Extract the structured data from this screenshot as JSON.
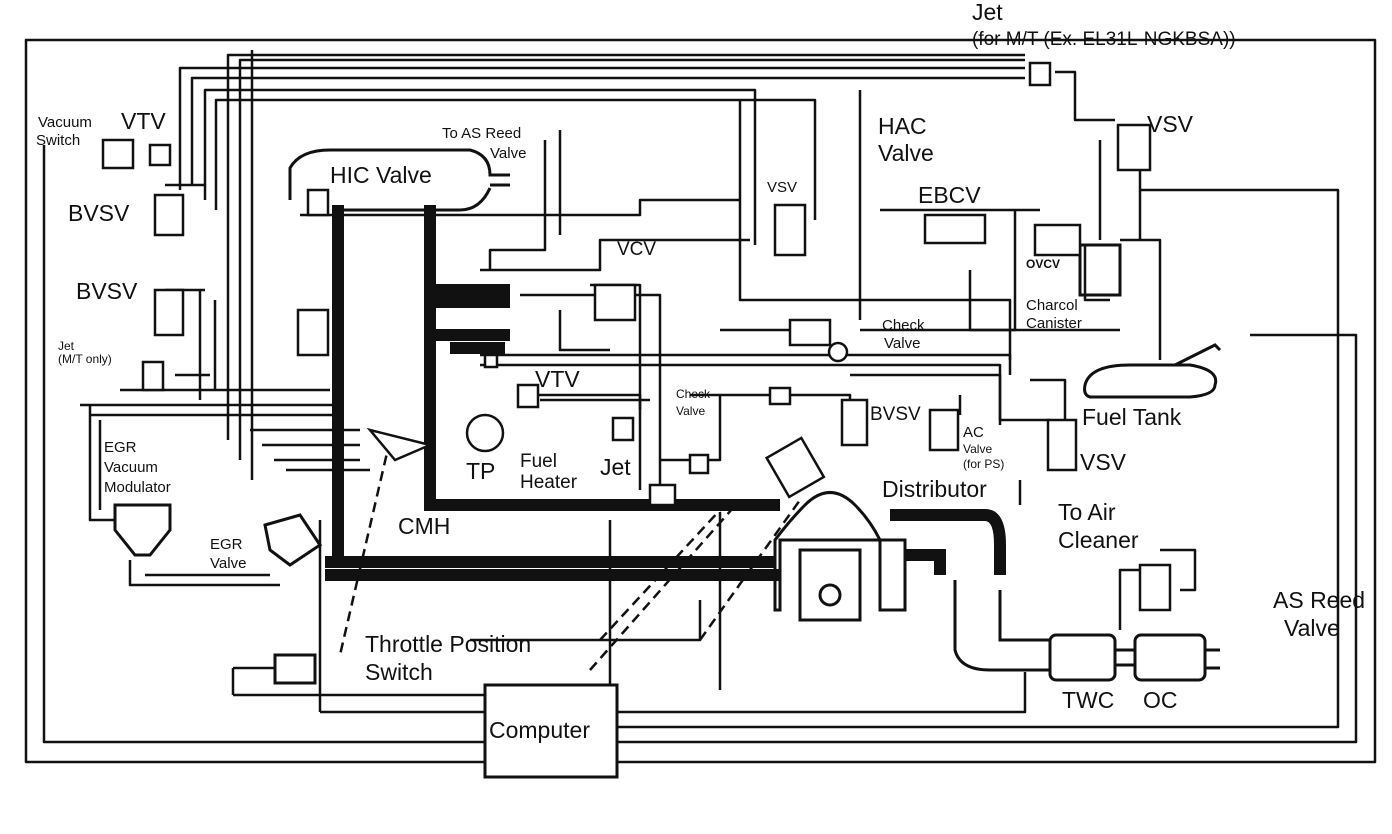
{
  "labels": {
    "jet_top": "Jet",
    "jet_top_note": "(for M/T (Ex. EL31L-NGKBSA))",
    "vacuum_switch_1": "Vacuum",
    "vacuum_switch_2": "Switch",
    "vtv_top": "VTV",
    "to_as_reed_1": "To AS Reed",
    "to_as_reed_2": "Valve",
    "hic_valve": "HIC Valve",
    "bvsv_1": "BVSV",
    "bvsv_2": "BVSV",
    "bvsv_3": "BVSV",
    "jet_mt_1": "Jet",
    "jet_mt_2": "(M/T only)",
    "egr_vac_1": "EGR",
    "egr_vac_2": "Vacuum",
    "egr_vac_3": "Modulator",
    "egr_valve_1": "EGR",
    "egr_valve_2": "Valve",
    "vsv_mid": "VSV",
    "vcv": "VCV",
    "hac_1": "HAC",
    "hac_2": "Valve",
    "ebcv": "EBCV",
    "vsv_right": "VSV",
    "ovcv": "OVCV",
    "charcoal_1": "Charcol",
    "charcoal_2": "Canister",
    "check_valve_right_1": "Check",
    "check_valve_right_2": "Valve",
    "vtv_mid": "VTV",
    "check_valve_mid_1": "Check",
    "check_valve_mid_2": "Valve",
    "fuel_tank": "Fuel Tank",
    "ac_1": "AC",
    "ac_2": "Valve",
    "ac_3": "(for PS)",
    "vsv_lower": "VSV",
    "tp": "TP",
    "fuel_heater_1": "Fuel",
    "fuel_heater_2": "Heater",
    "jet_mid": "Jet",
    "distributor": "Distributor",
    "cmh": "CMH",
    "to_air_1": "To Air",
    "to_air_2": "Cleaner",
    "as_reed_1": "AS Reed",
    "as_reed_2": "Valve",
    "throttle_1": "Throttle Position",
    "throttle_2": "Switch",
    "computer": "Computer",
    "twc": "TWC",
    "oc": "OC"
  }
}
